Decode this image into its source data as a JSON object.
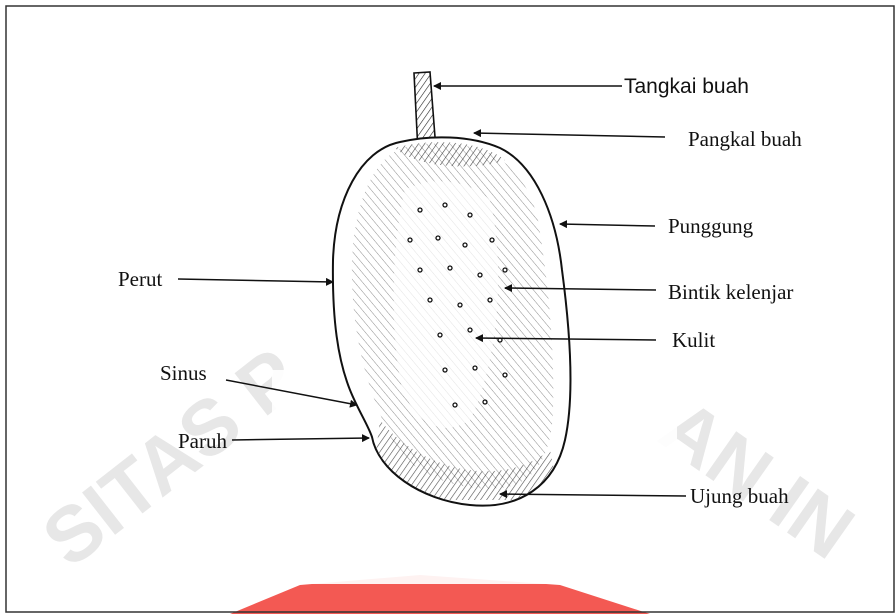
{
  "diagram": {
    "labels": {
      "tangkai_buah": "Tangkai buah",
      "pangkal_buah": "Pangkal buah",
      "punggung": "Punggung",
      "perut": "Perut",
      "bintik_kelenjar": "Bintik kelenjar",
      "kulit": "Kulit",
      "sinus": "Sinus",
      "paruh": "Paruh",
      "ujung_buah": "Ujung buah"
    }
  },
  "watermark": {
    "text_left": "SITAS P",
    "text_right": "AN IN",
    "colors": {
      "gray": "#e6e6e6",
      "red": "#f2504a"
    }
  },
  "colors": {
    "ink": "#111111",
    "frame": "#333333"
  }
}
